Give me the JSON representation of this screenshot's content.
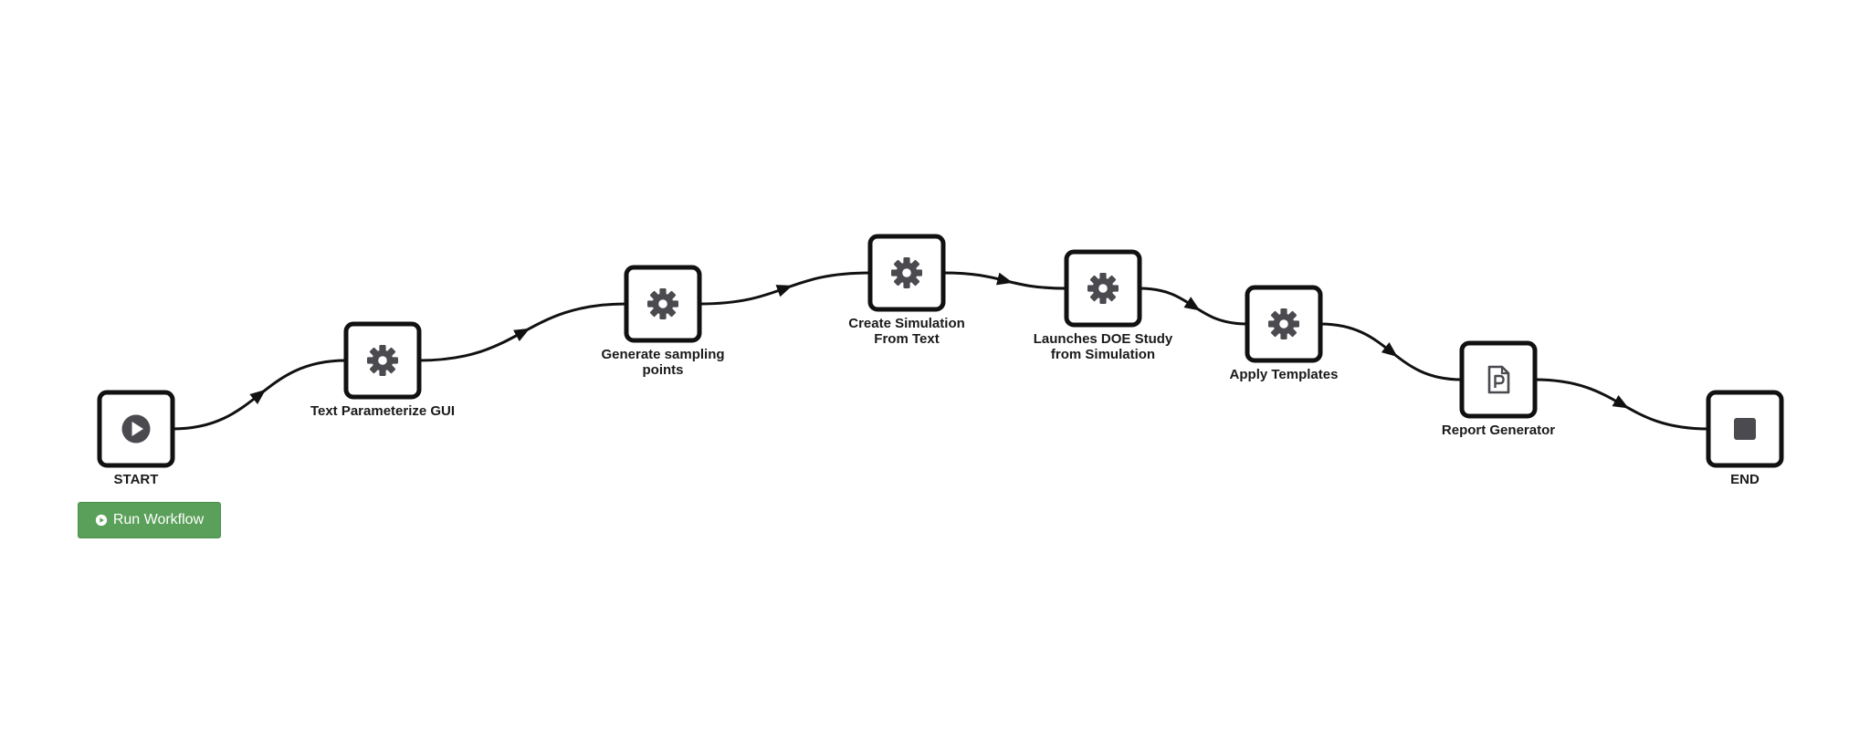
{
  "workflow": {
    "nodes": [
      {
        "id": "start",
        "icon": "play-circle-icon",
        "label_lines": [
          "START"
        ]
      },
      {
        "id": "text-parameterize",
        "icon": "gear-icon",
        "label_lines": [
          "Text Parameterize GUI"
        ]
      },
      {
        "id": "generate-sampling",
        "icon": "gear-icon",
        "label_lines": [
          "Generate sampling",
          "points"
        ]
      },
      {
        "id": "create-simulation",
        "icon": "gear-icon",
        "label_lines": [
          "Create Simulation",
          "From Text"
        ]
      },
      {
        "id": "launches-doe",
        "icon": "gear-icon",
        "label_lines": [
          "Launches DOE Study",
          "from Simulation"
        ]
      },
      {
        "id": "apply-templates",
        "icon": "gear-icon",
        "label_lines": [
          "Apply Templates"
        ]
      },
      {
        "id": "report-generator",
        "icon": "document-p-icon",
        "label_lines": [
          "Report Generator"
        ]
      },
      {
        "id": "end",
        "icon": "stop-square-icon",
        "label_lines": [
          "END"
        ]
      }
    ]
  },
  "run_button": {
    "label": "Run Workflow",
    "icon": "play-circle-icon",
    "color": "#5aa05a"
  },
  "colors": {
    "stroke": "#111111",
    "icon": "#4a4a4f"
  }
}
